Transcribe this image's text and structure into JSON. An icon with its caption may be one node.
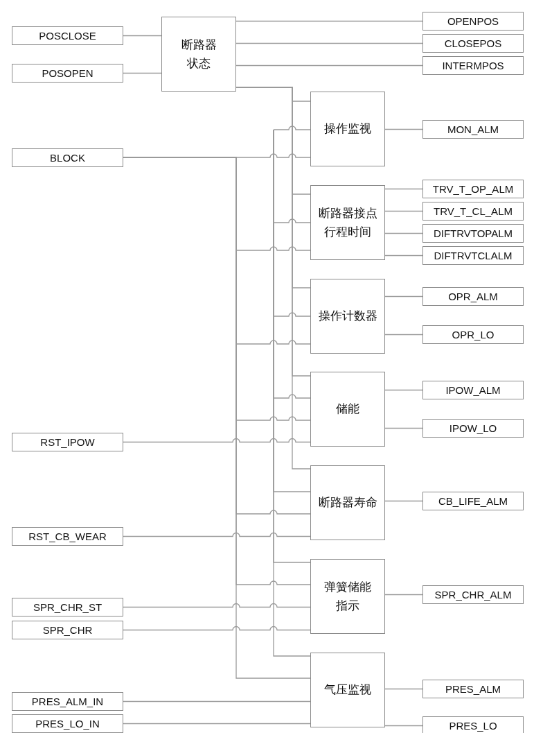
{
  "diagram": {
    "nodes": [
      {
        "text": [
          "POSCLOSE"
        ]
      },
      {
        "text": [
          "POSOPEN"
        ]
      },
      {
        "text": [
          "断路器状态"
        ]
      },
      {
        "text": [
          "OPENPOS"
        ]
      },
      {
        "text": [
          "CLOSEPOS"
        ]
      },
      {
        "text": [
          "INTERMPOS"
        ]
      },
      {
        "text": [
          "BLOCK"
        ]
      },
      {
        "text": [
          "操作监视"
        ]
      },
      {
        "text": [
          "MON_ALM"
        ]
      },
      {
        "text": [
          "断路器接点行程时间"
        ]
      },
      {
        "text": [
          "TRV_T_OP_ALM"
        ]
      },
      {
        "text": [
          "TRV_T_CL_ALM"
        ]
      },
      {
        "text": [
          "DIFTRVTOPALM"
        ]
      },
      {
        "text": [
          "DIFTRVTCLALM"
        ]
      },
      {
        "text": [
          "操作计数器"
        ]
      },
      {
        "text": [
          "OPR_ALM"
        ]
      },
      {
        "text": [
          "OPR_LO"
        ]
      },
      {
        "text": [
          "RST_IPOW"
        ]
      },
      {
        "text": [
          "储能"
        ]
      },
      {
        "text": [
          "IPOW_ALM"
        ]
      },
      {
        "text": [
          "IPOW_LO"
        ]
      },
      {
        "text": [
          "RST_CB_WEAR"
        ]
      },
      {
        "text": [
          "断路器寿命"
        ]
      },
      {
        "text": [
          "CB_LIFE_ALM"
        ]
      },
      {
        "text": [
          "SPR_CHR_ST"
        ]
      },
      {
        "text": [
          "SPR_CHR"
        ]
      },
      {
        "text": [
          "弹簧储能指示"
        ]
      },
      {
        "text": [
          "SPR_CHR_ALM"
        ]
      },
      {
        "text": [
          "PRES_ALM_IN"
        ]
      },
      {
        "text": [
          "PRES_LO_IN"
        ]
      },
      {
        "text": [
          "气压监视"
        ]
      },
      {
        "text": [
          "PRES_ALM"
        ]
      },
      {
        "text": [
          "PRES_LO"
        ]
      }
    ],
    "edges": [
      {
        "from": 0,
        "to": 2,
        "arrow": "none"
      },
      {
        "from": 1,
        "to": 2,
        "arrow": "none"
      },
      {
        "from": 2,
        "to": 3,
        "arrow": "none"
      },
      {
        "from": 2,
        "to": 4,
        "arrow": "none"
      },
      {
        "from": 2,
        "to": 5,
        "arrow": "none"
      },
      {
        "from": 2,
        "to": 7,
        "arrow": "none"
      },
      {
        "from": 2,
        "to": 9,
        "arrow": "none"
      },
      {
        "from": 2,
        "to": 14,
        "arrow": "none"
      },
      {
        "from": 2,
        "to": 18,
        "arrow": "none"
      },
      {
        "from": 2,
        "to": 22,
        "arrow": "none"
      },
      {
        "from": null,
        "to": 7,
        "arrow": "none"
      },
      {
        "from": null,
        "to": 9,
        "arrow": "none"
      },
      {
        "from": null,
        "to": 14,
        "arrow": "none"
      },
      {
        "from": null,
        "to": 18,
        "arrow": "none"
      },
      {
        "from": null,
        "to": 22,
        "arrow": "none"
      },
      {
        "from": null,
        "to": 26,
        "arrow": "none"
      },
      {
        "from": null,
        "to": 30,
        "arrow": "none"
      },
      {
        "from": 6,
        "to": 7,
        "arrow": "none"
      },
      {
        "from": 6,
        "to": 9,
        "arrow": "none"
      },
      {
        "from": 6,
        "to": 14,
        "arrow": "none"
      },
      {
        "from": 6,
        "to": 18,
        "arrow": "none"
      },
      {
        "from": 6,
        "to": 22,
        "arrow": "none"
      },
      {
        "from": 6,
        "to": 26,
        "arrow": "none"
      },
      {
        "from": 6,
        "to": 30,
        "arrow": "none"
      },
      {
        "from": 17,
        "to": 18,
        "arrow": "none"
      },
      {
        "from": 21,
        "to": 22,
        "arrow": "none"
      },
      {
        "from": 24,
        "to": 26,
        "arrow": "none"
      },
      {
        "from": 25,
        "to": 26,
        "arrow": "none"
      },
      {
        "from": 28,
        "to": 30,
        "arrow": "none"
      },
      {
        "from": 29,
        "to": 30,
        "arrow": "none"
      },
      {
        "from": 7,
        "to": 8,
        "arrow": "none"
      },
      {
        "from": 9,
        "to": 10,
        "arrow": "none"
      },
      {
        "from": 9,
        "to": 11,
        "arrow": "none"
      },
      {
        "from": 9,
        "to": 12,
        "arrow": "none"
      },
      {
        "from": 9,
        "to": 13,
        "arrow": "none"
      },
      {
        "from": 14,
        "to": 15,
        "arrow": "none"
      },
      {
        "from": 14,
        "to": 16,
        "arrow": "none"
      },
      {
        "from": 18,
        "to": 19,
        "arrow": "none"
      },
      {
        "from": 18,
        "to": 20,
        "arrow": "none"
      },
      {
        "from": 22,
        "to": 23,
        "arrow": "none"
      },
      {
        "from": 26,
        "to": 27,
        "arrow": "none"
      },
      {
        "from": 30,
        "to": 31,
        "arrow": "none"
      },
      {
        "from": 30,
        "to": 32,
        "arrow": "none"
      }
    ]
  }
}
